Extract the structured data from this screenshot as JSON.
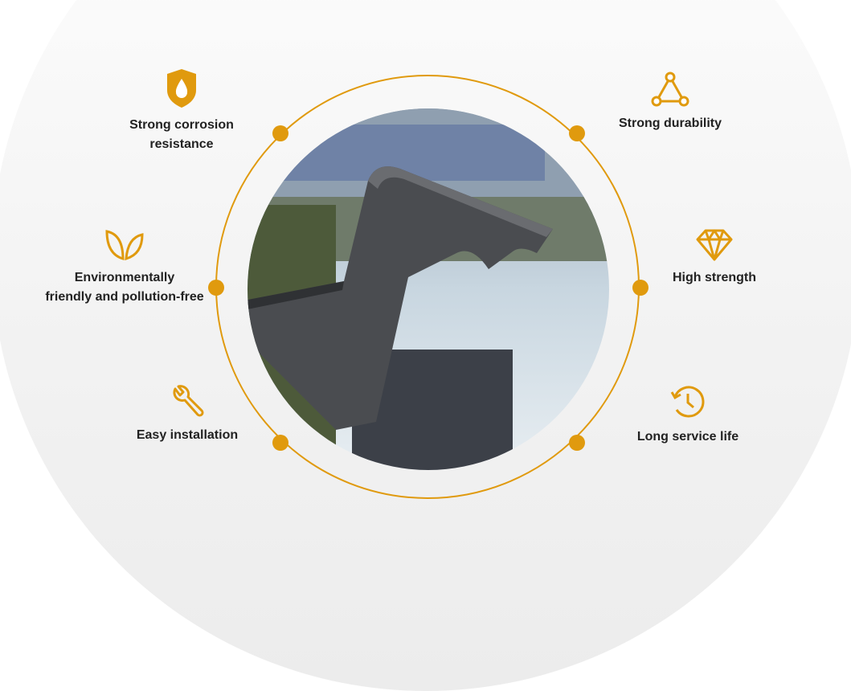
{
  "accent_color": "#e09a0e",
  "features": [
    {
      "label_1": "Strong corrosion",
      "label_2": "resistance",
      "icon": "shield-drop-icon"
    },
    {
      "label_1": "Environmentally",
      "label_2": "friendly and pollution-free",
      "icon": "leaves-icon"
    },
    {
      "label_1": "Easy installation",
      "icon": "wrench-icon"
    },
    {
      "label_1": "Strong durability",
      "icon": "triangle-nodes-icon"
    },
    {
      "label_1": "High strength",
      "icon": "diamond-icon"
    },
    {
      "label_1": "Long service life",
      "icon": "clock-history-icon"
    }
  ]
}
